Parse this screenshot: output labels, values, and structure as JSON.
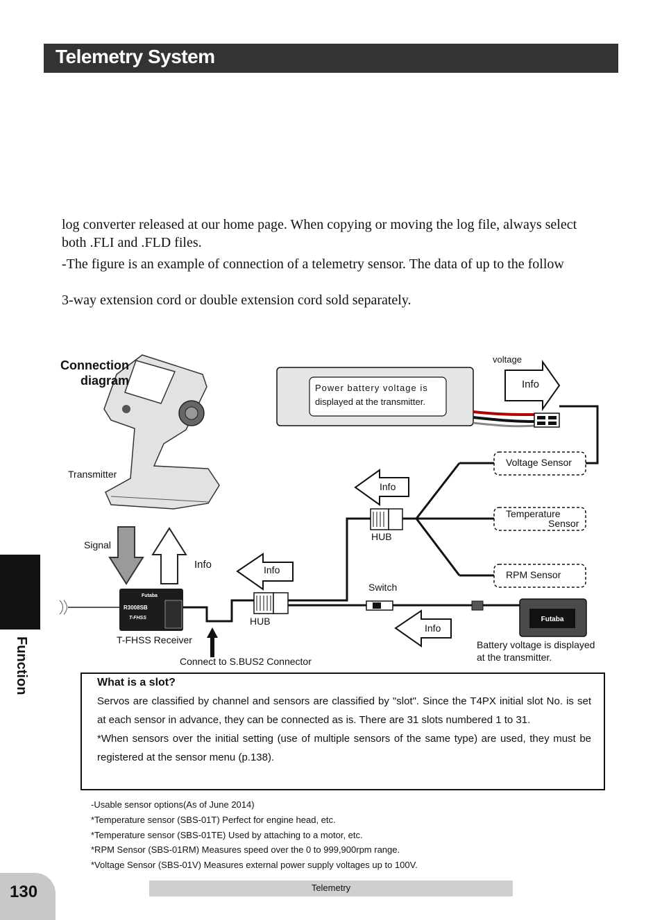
{
  "header": {
    "title": "Telemetry System"
  },
  "body": {
    "lines": [
      "log converter released at our home page. When copying or moving the log file, always select",
      "both .FLI and .FLD files.",
      "-The figure is an example of connection of a telemetry sensor. The data of up to the follow",
      "3-way extension cord or double extension cord sold separately."
    ]
  },
  "side_tab": {
    "label": "Function"
  },
  "diagram": {
    "heading": "Connection diagram",
    "labels": {
      "transmitter": "Transmitter",
      "signal": "Signal",
      "info_rx": "Info",
      "receiver": "T-FHSS Receiver",
      "connect": "Connect to S.BUS2 Connector",
      "hub1": "HUB",
      "hub2": "HUB",
      "switch": "Switch",
      "voltage": "voltage",
      "voltage_sensor": "Voltage Sensor",
      "temp_sensor_1": "Temperature",
      "temp_sensor_2": "Sensor",
      "rpm_sensor": "RPM Sensor",
      "battery_note_1": "Battery voltage is displayed",
      "battery_note_2": "at the transmitter.",
      "power_note_1": "Power battery voltage is",
      "power_note_2": "displayed at the transmitter."
    },
    "arrows": {
      "info_top": "Info",
      "info_hub_upper": "Info",
      "info_hub_lower": "Info",
      "info_battery": "Info"
    },
    "receiver_marks": {
      "brand": "Futaba",
      "model": "R3008SB",
      "tech": "T-FHSS"
    },
    "battery_brand": "Futaba"
  },
  "slot_box": {
    "title": "What is a slot?",
    "text_1": "Servos are classified by channel and sensors are classified by \"slot\". Since the T4PX initial slot No. is set at each sensor in advance, they can be connected as is. There are 31 slots numbered 1 to 31.",
    "text_2": "*When sensors over the initial setting (use of multiple sensors of the same type) are used, they must be registered at the sensor menu (p.138)."
  },
  "notes": [
    "-Usable sensor options(As of June 2014)",
    "*Temperature sensor (SBS-01T) Perfect for engine head, etc.",
    "*Temperature sensor (SBS-01TE) Used by attaching to a motor, etc.",
    "*RPM Sensor (SBS-01RM) Measures speed over the 0 to 999,900rpm range.",
    "*Voltage Sensor (SBS-01V) Measures external power supply voltages up to 100V."
  ],
  "footer": {
    "page_number": "130",
    "section": "Telemetry"
  }
}
